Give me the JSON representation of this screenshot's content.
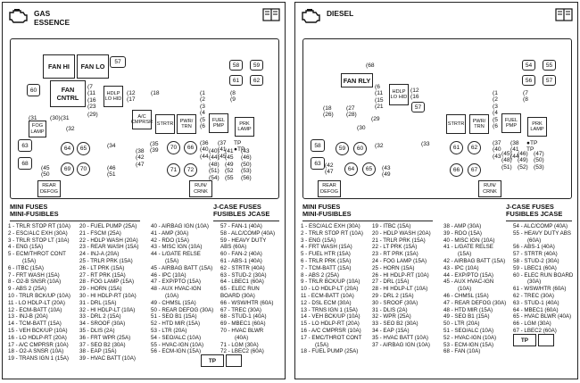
{
  "gas": {
    "title_1": "GAS",
    "title_2": "ESSENCE",
    "relays": {
      "fan_hi": "FAN HI",
      "fan_lo": "FAN LO",
      "fan_cntrl_1": "FAN",
      "fan_cntrl_2": "CNTRL",
      "hdlp": "HDLP",
      "lohid": "LO HID",
      "ac_1": "A/C",
      "ac_2": "CMPRSR",
      "strtr": "STRTR",
      "pwr": "PWR/",
      "trn": "TRN",
      "fuel": "FUEL",
      "pmp": "PMP",
      "prk": "PRK",
      "lamp": "LAMP",
      "fog": "FOG",
      "foglamp": "LAMP",
      "rear": "REAR",
      "defog": "DEFOG",
      "run": "RUN/",
      "crnk": "CRNK"
    },
    "mini_1": "MINI FUSES",
    "mini_2": "MINI-FUSIBLES",
    "j_1": "J-CASE FUSES",
    "j_2": "FUSIBLES JCASE",
    "col1": [
      "1 - TRLR STOP RT (10A)",
      "2 - ESC/ALC EXH (30A)",
      "3 - TRLR STOP LT (10A)",
      "4 - ENG (15A)",
      "5 - ECM/THROT CONT",
      "(15A)",
      "6 - ITBC (15A)",
      "7 - FRT WASH (15A)",
      "8 - O2-B SNSR (10A)",
      "9 - ABS 2 (25A)",
      "10 - TRLR BCK/UP (10A)",
      "11 - LO HDLP-LT (20A)",
      "12 - ECM-BATT (10A)",
      "13 - INJ-B (20A)",
      "14 - TCM-BATT (15A)",
      "15 - VEH BCK/UP (10A)",
      "16 - LO HDLP-RT (20A)",
      "17 - A/C CMPRSR (10A)",
      "18 - O2-A SNSR (10A)",
      "19 - TRANS IGN 1 (15A)"
    ],
    "col2": [
      "20 - FUEL PUMP (25A)",
      "21 - FSCM (25A)",
      "22 - HDLP WASH (20A)",
      "23 - REAR WASH (15A)",
      "24 - INJ-A (20A)",
      "25 - TRLR PRK (15A)",
      "26 - LT PRK (15A)",
      "27 - RT PRK (15A)",
      "28 - FOG LAMP (15A)",
      "29 - HORN (15A)",
      "30 - HI HDLP-RT (10A)",
      "31 - DRL (15A)",
      "32 - HI HDLP-LT (10A)",
      "33 - DRL 2 (15A)",
      "34 - SROOF (30A)",
      "35 - DLIS (2A)",
      "36 - FRT WPR (25A)",
      "37 - SEO B2 (30A)",
      "38 - EAP (15A)",
      "39 - HVAC BATT (10A)"
    ],
    "col3": [
      "40 - AIRBAG IGN (10A)",
      "41 - AMP (30A)",
      "42 - RDO (15A)",
      "43 - MISC IGN (10A)",
      "44 - L/GATE RELSE",
      "(15A)",
      "45 - AIRBAG BATT (15A)",
      "46 - IPC (10A)",
      "47 - EXP/PTO (15A)",
      "48 - AUX HVAC-IGN",
      "(10A)",
      "49 - CHMSL (15A)",
      "50 - REAR DEFOG (30A)",
      "51 - SEO B1 (15A)",
      "52 - HTD MIR (15A)",
      "53 - LTR (20A)",
      "54 - SEO/ALC (10A)",
      "55 - HVAC-IGN (10A)",
      "56 - ECM-IGN (15A)"
    ],
    "col4": [
      "57 - FAN-1 (40A)",
      "58 - ALC/COMP (40A)",
      "59 - HEAVY DUTY",
      "ABS (60A)",
      "60 - FAN-2 (40A)",
      "61 - ABS-1 (40A)",
      "62 - STRTR (40A)",
      "63 - STUD-2 (30A)",
      "64 - LBEC1 (60A)",
      "65 - ELEC RUN",
      "BOARD (30A)",
      "66 - WSW/HTR (60A)",
      "67 - TREC (30A)",
      "68 - STUD-1 (40A)",
      "69 - MBEC1 (60A)",
      "70 - HVAC BLWR",
      "(40A)",
      "71 - LGM (30A)",
      "72 - LBEC2 (60A)"
    ]
  },
  "diesel": {
    "title": "DIESEL",
    "relays": {
      "fan_rly": "FAN RLY",
      "hdlp": "HDLP",
      "lohid": "LO HID",
      "strtr": "STRTR",
      "pwr": "PWR/",
      "trn": "TRN",
      "fuel": "FUEL",
      "pmp": "PMP",
      "prk": "PRK",
      "lamp": "LAMP",
      "rear": "REAR",
      "defog": "DEFOG",
      "run": "RUN/",
      "crnk": "CRNK"
    },
    "mini_1": "MINI FUSES",
    "mini_2": "MINI-FUSIBLES",
    "j_1": "J-CASE FUSES",
    "j_2": "FUSIBLES JCASE",
    "col1": [
      "1 - ESC/ALC EXH (30A)",
      "2 - TRLR STOP RT (10A)",
      "3 - ENG (15A)",
      "4 - FRT WASH (15A)",
      "5 - FUEL HTR (15A)",
      "6 - TRLR PRK (15A)",
      "7 - TCM-BATT (15A)",
      "8 - ABS 2 (25A)",
      "9 - TRLR BCK/UP (10A)",
      "10 - LO HDLP-LT (20A)",
      "11 - ECM-BATT (10A)",
      "12 - DSL ECM (30A)",
      "13 - TRNS IGN 1 (15A)",
      "14 - VEH BCK/UP (10A)",
      "15 - LO HDLP-RT (20A)",
      "16 - A/C CMPRSR (10A)",
      "17 - EMC/THROT CONT",
      "(15A)",
      "18 - FUEL PUMP (25A)"
    ],
    "col2": [
      "19 - ITBC (15A)",
      "20 - HDLP WASH (20A)",
      "21 - TRLR PRK (15A)",
      "22 - LT PRK (15A)",
      "23 - RT PRK (15A)",
      "24 - FOG LAMP (15A)",
      "25 - HORN (15A)",
      "26 - HI HDLP-RT (10A)",
      "27 - DRL (15A)",
      "28 - HI HDLP-LT (10A)",
      "29 - DRL 2 (15A)",
      "30 - SROOF (30A)",
      "31 - DLIS (2A)",
      "32 - WPR (25A)",
      "33 - SEO B2 (30A)",
      "34 - EAP (15A)",
      "35 - HVAC BATT (10A)",
      "37 - AIRBAG IGN (10A)"
    ],
    "col3": [
      "38 - AMP (30A)",
      "39 - RDO (15A)",
      "40 - MISC IGN (10A)",
      "41 - L/GATE RELSE",
      "(15A)",
      "42 - AIRBAG BATT (15A)",
      "43 - IPC (10A)",
      "44 - EXP/PTO (15A)",
      "45 - AUX HVAC-IGN",
      "(10A)",
      "46 - CHMSL (15A)",
      "47 - REAR DEFOG (30A)",
      "48 - HTD MIR (15A)",
      "49 - SEO B1 (15A)",
      "50 - LTR (20A)",
      "51 - SEO/ALC (10A)",
      "52 - HVAC-IGN (10A)",
      "53 - ECM-IGN (15A)",
      "68 - FAN (10A)"
    ],
    "col4": [
      "54 - ALC/COMP (40A)",
      "55 - HEAVY DUTY ABS",
      "(60A)",
      "56 - ABS-1 (40A)",
      "57 - STRTR (40A)",
      "58 - STUD-2 (30A)",
      "59 - LBEC1 (60A)",
      "60 - ELEC RUN BOARD",
      "(30A)",
      "61 - WSW/HTR (60A)",
      "62 - TREC (30A)",
      "63 - STUD-1 (40A)",
      "64 - MBEC1 (60A)",
      "65 - HVAC BLWR (40A)",
      "66 - LGM (30A)",
      "67 - LBEC2 (60A)"
    ]
  },
  "tp": "TP"
}
